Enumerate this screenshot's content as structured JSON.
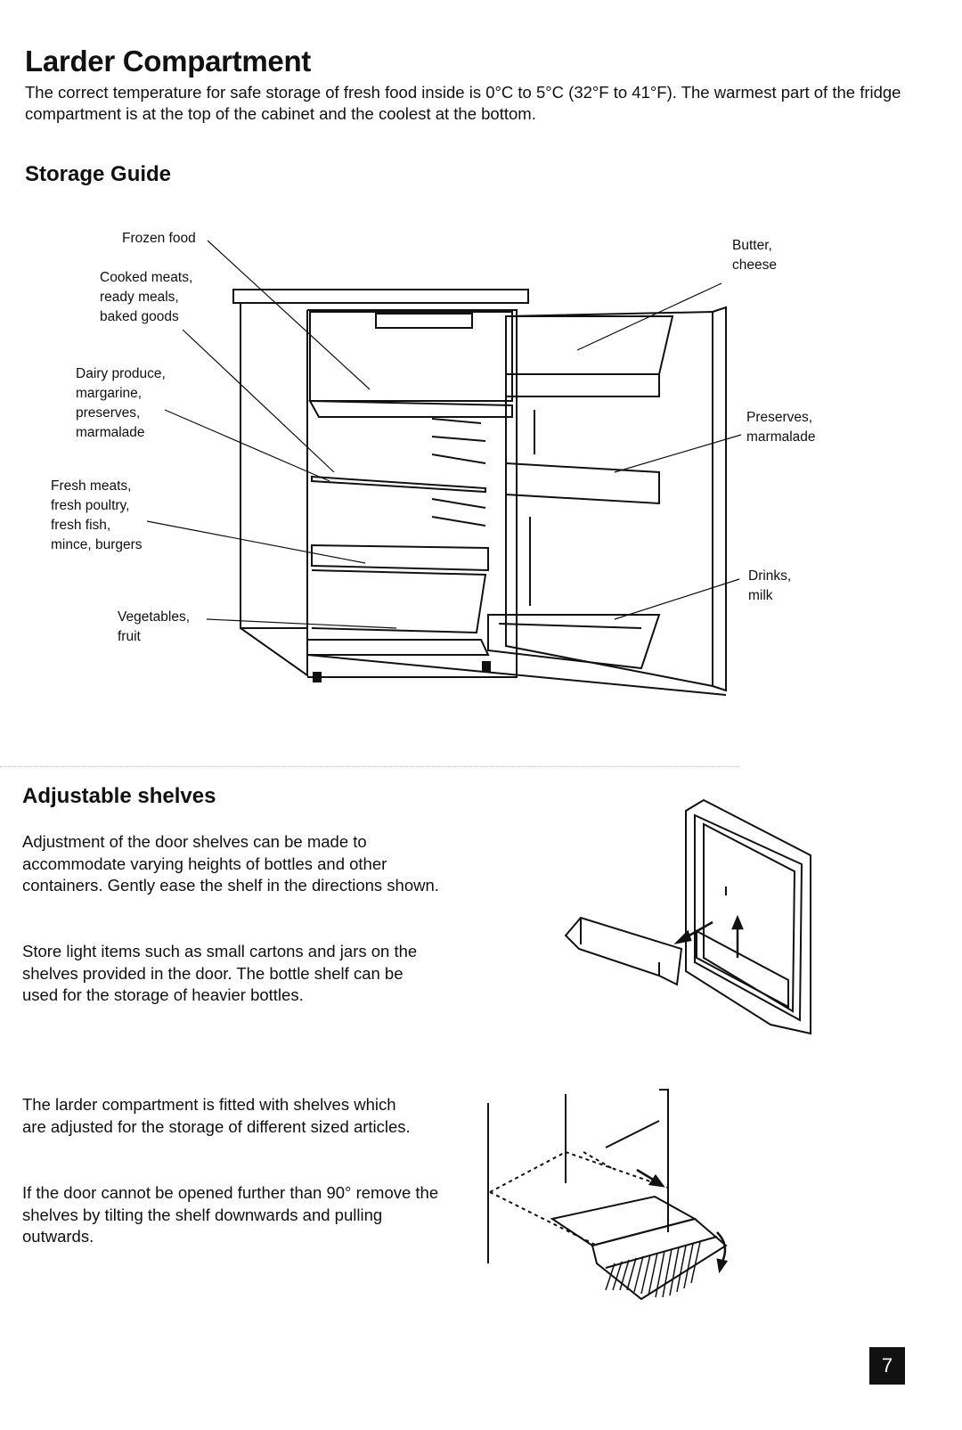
{
  "heading": "Larder Compartment",
  "intro": "The correct temperature for safe storage of fresh food inside is 0°C to 5°C (32°F to 41°F). The warmest part of the fridge compartment is at the top of the cabinet and the coolest at the bottom.",
  "storage_guide": {
    "title": "Storage Guide",
    "labels": {
      "frozen_food": "Frozen food",
      "cooked_meats": "Cooked meats,\nready meals,\nbaked goods",
      "dairy": "Dairy produce,\nmargarine,\npreserves,\nmarmalade",
      "fresh_meats": "Fresh meats,\nfresh poultry,\nfresh fish,\nmince, burgers",
      "vegetables": "Vegetables,\nfruit",
      "butter": "Butter,\ncheese",
      "preserves": "Preserves,\nmarmalade",
      "drinks": "Drinks,\nmilk"
    }
  },
  "adjustable": {
    "title": "Adjustable shelves",
    "para1": "Adjustment of the door shelves can be made to accommodate varying heights of bottles and other containers. Gently ease the shelf in the directions shown.",
    "para2": "Store light items such as small cartons and jars on the shelves provided in the door. The  bottle shelf can be used for the storage of heavier bottles.",
    "para3": "The larder compartment is fitted with shelves which are adjusted for the storage of different sized articles.",
    "para4": "If the door cannot be opened further than 90° remove the shelves by tilting the shelf downwards and pulling outwards."
  },
  "page_number": "7"
}
